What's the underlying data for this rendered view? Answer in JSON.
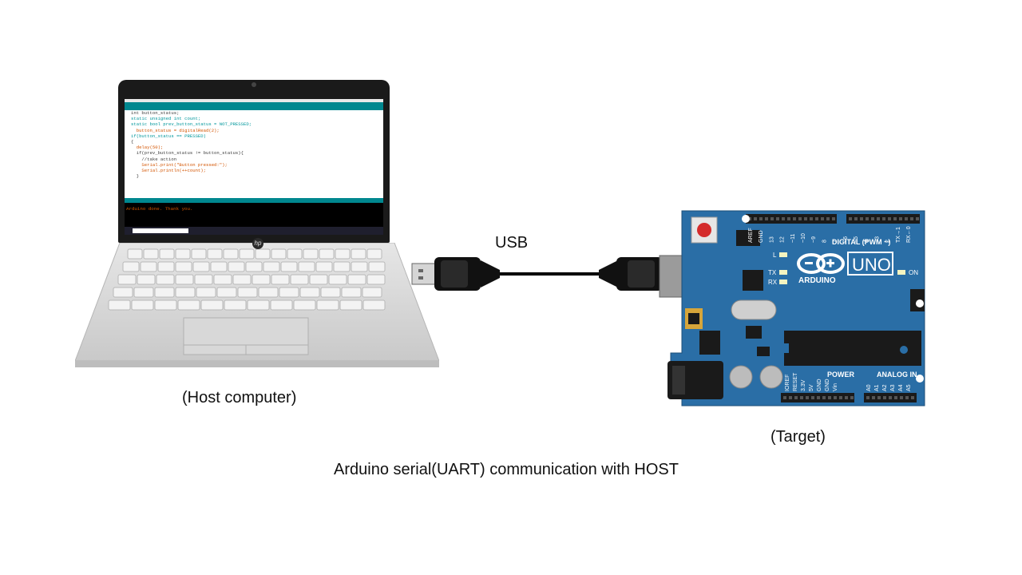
{
  "labels": {
    "host": "(Host computer)",
    "target": "(Target)",
    "usb": "USB",
    "caption": "Arduino serial(UART) communication with HOST"
  },
  "code_lines": [
    "int button_status;",
    "static unsigned int count;",
    "static bool prev_button_status = NOT_PRESSED;",
    "",
    "  button_status = digitalRead(2);",
    "",
    "",
    "if(button_status == PRESSED)",
    "{",
    "  delay(50);",
    "  if(prev_button_status != button_status){",
    "    //take action",
    "    Serial.print(\"Button pressed:\");",
    "    Serial.println(++count);",
    "  }"
  ],
  "console_text": "Arduino done.  Thank you.",
  "board": {
    "brand": "ARDUINO",
    "model": "UNO",
    "digital_label": "DIGITAL (PWM ~)",
    "power_label": "POWER",
    "analog_label": "ANALOG IN",
    "on_label": "ON",
    "l_label": "L",
    "tx_label": "TX",
    "rx_label": "RX",
    "top_pins": [
      "AREF",
      "GND",
      "13",
      "12",
      "~11",
      "~10",
      "~9",
      "8",
      "7",
      "~6",
      "~5",
      "4",
      "~3",
      "2",
      "TX→1",
      "RX←0"
    ],
    "power_pins": [
      "IOREF",
      "RESET",
      "3.3V",
      "5V",
      "GND",
      "GND",
      "Vin"
    ],
    "analog_pins": [
      "A0",
      "A1",
      "A2",
      "A3",
      "A4",
      "A5"
    ]
  },
  "colors": {
    "board_blue": "#2a6ea6",
    "ide_teal": "#00878f",
    "laptop_silver": "#d7d7d7"
  }
}
